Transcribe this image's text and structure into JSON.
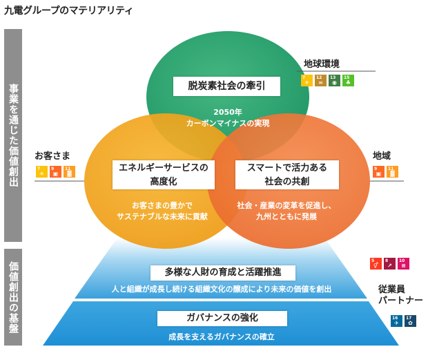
{
  "title": "九電グループのマテリアリティ",
  "side_labels": {
    "top": "事業を通じた価値創出",
    "bottom": "価値創出の基盤"
  },
  "circles": {
    "top": {
      "label": "脱炭素社会の牽引",
      "sub_line1": "2050年",
      "sub_line2": "カーボンマイナスの実現",
      "color": "#1e9e6a"
    },
    "left": {
      "label_line1": "エネルギーサービスの",
      "label_line2": "高度化",
      "sub_line1": "お客さまの豊かで",
      "sub_line2": "サステナブルな未来に貢献",
      "color": "#f0a11a"
    },
    "right": {
      "label_line1": "スマートで活力ある",
      "label_line2": "社会の共創",
      "sub_line1": "社会・産業の変革を促進し、",
      "sub_line2": "九州とともに発展",
      "color": "#ef7a3b"
    }
  },
  "pyramid": {
    "upper": {
      "label": "多様な人財の育成と活躍推進",
      "sub": "人と組織が成長し続ける組織文化の醸成により未来の価値を創出"
    },
    "lower": {
      "label": "ガバナンスの強化",
      "sub": "成長を支えるガバナンスの確立"
    }
  },
  "stakeholders": {
    "environment": "地球環境",
    "customers": "お客さま",
    "region": "地域",
    "employees_line1": "従業員",
    "employees_line2": "パートナー"
  },
  "sdg_icons": {
    "environment": [
      {
        "num": "7",
        "icon": "sun-icon",
        "color": "#fcc30b"
      },
      {
        "num": "12",
        "icon": "infinity-icon",
        "color": "#bf8b2e"
      },
      {
        "num": "13",
        "icon": "eye-globe-icon",
        "color": "#3f7e44"
      },
      {
        "num": "15",
        "icon": "tree-icon",
        "color": "#56c02b"
      }
    ],
    "customers": [
      {
        "num": "7",
        "icon": "sun-icon",
        "color": "#fcc30b"
      },
      {
        "num": "9",
        "icon": "cubes-icon",
        "color": "#fd6925"
      },
      {
        "num": "11",
        "icon": "city-icon",
        "color": "#fd9d24"
      }
    ],
    "region": [
      {
        "num": "9",
        "icon": "cubes-icon",
        "color": "#fd6925"
      },
      {
        "num": "11",
        "icon": "city-icon",
        "color": "#fd9d24"
      }
    ],
    "employees_top": [
      {
        "num": "5",
        "icon": "gender-icon",
        "color": "#ff3a21"
      },
      {
        "num": "8",
        "icon": "growth-icon",
        "color": "#a21942"
      },
      {
        "num": "10",
        "icon": "equality-icon",
        "color": "#dd1367"
      }
    ],
    "employees_bottom": [
      {
        "num": "16",
        "icon": "dove-icon",
        "color": "#00689d"
      },
      {
        "num": "17",
        "icon": "flower-icon",
        "color": "#19486a"
      }
    ]
  }
}
